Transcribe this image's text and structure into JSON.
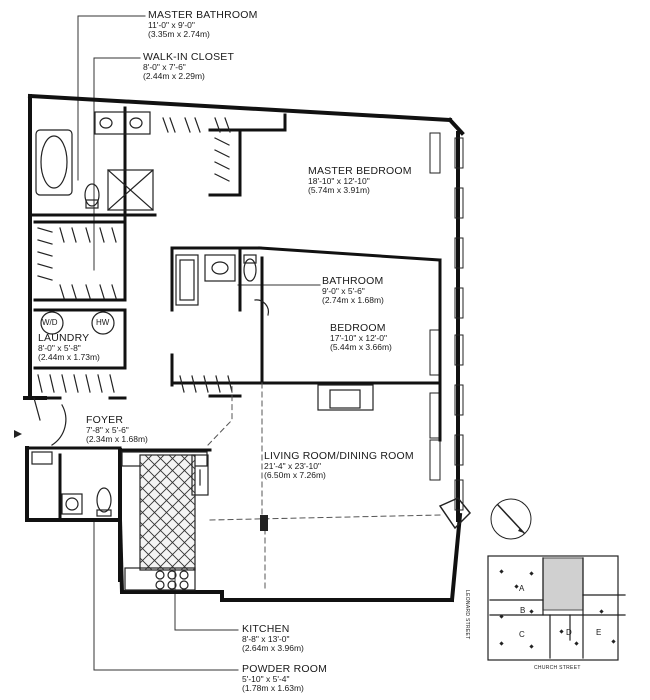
{
  "rooms": {
    "master_bathroom": {
      "name": "MASTER BATHROOM",
      "dim_ft": "11'-0\" x 9'-0\"",
      "dim_m": "(3.35m x 2.74m)"
    },
    "walk_in_closet": {
      "name": "WALK-IN CLOSET",
      "dim_ft": "8'-0\" x 7'-6\"",
      "dim_m": "(2.44m x 2.29m)"
    },
    "master_bedroom": {
      "name": "MASTER BEDROOM",
      "dim_ft": "18'-10\" x 12'-10\"",
      "dim_m": "(5.74m x 3.91m)"
    },
    "bathroom": {
      "name": "BATHROOM",
      "dim_ft": "9'-0\" x 5'-6\"",
      "dim_m": "(2.74m x 1.68m)"
    },
    "bedroom": {
      "name": "BEDROOM",
      "dim_ft": "17'-10\" x 12'-0\"",
      "dim_m": "(5.44m x 3.66m)"
    },
    "laundry": {
      "name": "LAUNDRY",
      "dim_ft": "8'-0\" x 5'-8\"",
      "dim_m": "(2.44m x 1.73m)"
    },
    "foyer": {
      "name": "FOYER",
      "dim_ft": "7'-8\" x 5'-6\"",
      "dim_m": "(2.34m x 1.68m)"
    },
    "living_dining": {
      "name": "LIVING ROOM/DINING ROOM",
      "dim_ft": "21'-4\" x 23'-10\"",
      "dim_m": "(6.50m x 7.26m)"
    },
    "kitchen": {
      "name": "KITCHEN",
      "dim_ft": "8'-8\" x 13'-0\"",
      "dim_m": "(2.64m x 3.96m)"
    },
    "powder_room": {
      "name": "POWDER ROOM",
      "dim_ft": "5'-10\" x 5'-4\"",
      "dim_m": "(1.78m x 1.63m)"
    }
  },
  "appliances": {
    "washer_dryer": "W/D",
    "hot_water": "HW"
  },
  "key_plan": {
    "street_side": "LEONARD STREET",
    "street_bottom": "CHURCH STREET",
    "units": [
      "A",
      "B",
      "C",
      "D",
      "E"
    ]
  }
}
